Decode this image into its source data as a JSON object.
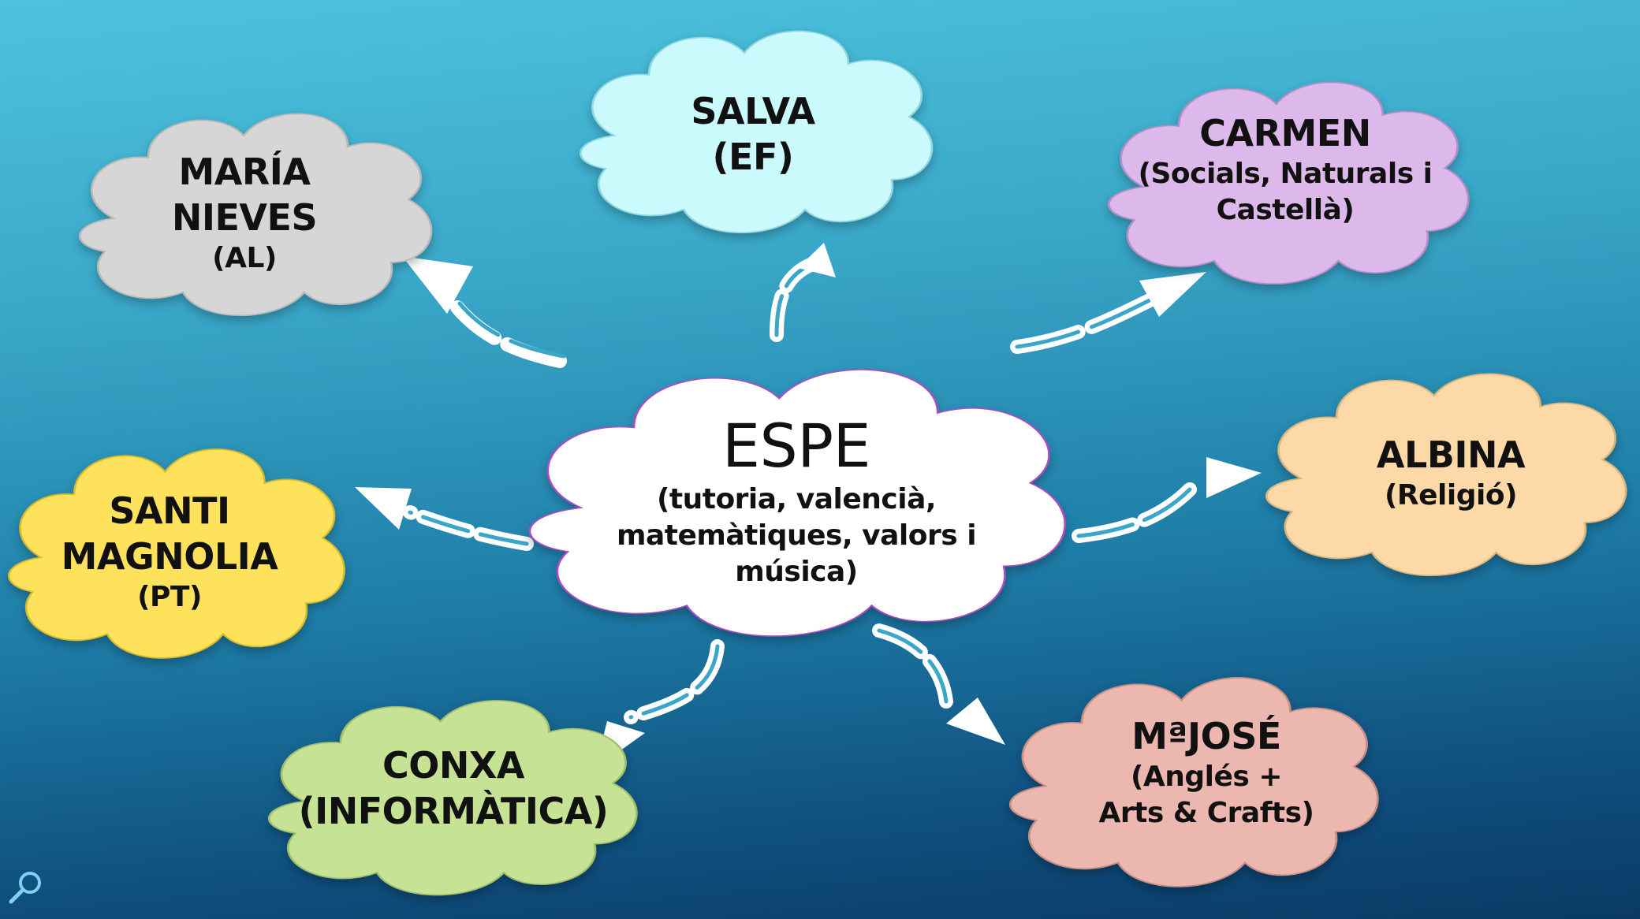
{
  "colors": {
    "maria": "#d6d6d6",
    "salva": "#cbfafc",
    "carmen": "#dcb9ea",
    "santi": "#ffe25c",
    "albina": "#fcd9a6",
    "conxa": "#c6e294",
    "majose": "#ecb7ae",
    "center": "#ffffff"
  },
  "center": {
    "name": "ESPE",
    "sub": "(tutoria, valencià,\nmatemàtiques, valors i\nmúsica)"
  },
  "nodes": {
    "maria": {
      "name": "MARÍA\nNIEVES",
      "sub": "(AL)"
    },
    "salva": {
      "name": "SALVA\n(EF)",
      "sub": ""
    },
    "carmen": {
      "name": "CARMEN",
      "sub": "(Socials, Naturals i\nCastellà)"
    },
    "santi": {
      "name": "SANTI\nMAGNOLIA",
      "sub": "(PT)"
    },
    "albina": {
      "name": "ALBINA",
      "sub": "(Religió)"
    },
    "conxa": {
      "name": "CONXA\n(INFORMÀTICA)",
      "sub": ""
    },
    "majose": {
      "name": "MªJOSÉ",
      "sub": "(Anglés +\nArts & Crafts)"
    }
  },
  "icons": {
    "corner": "magnifier-icon"
  }
}
